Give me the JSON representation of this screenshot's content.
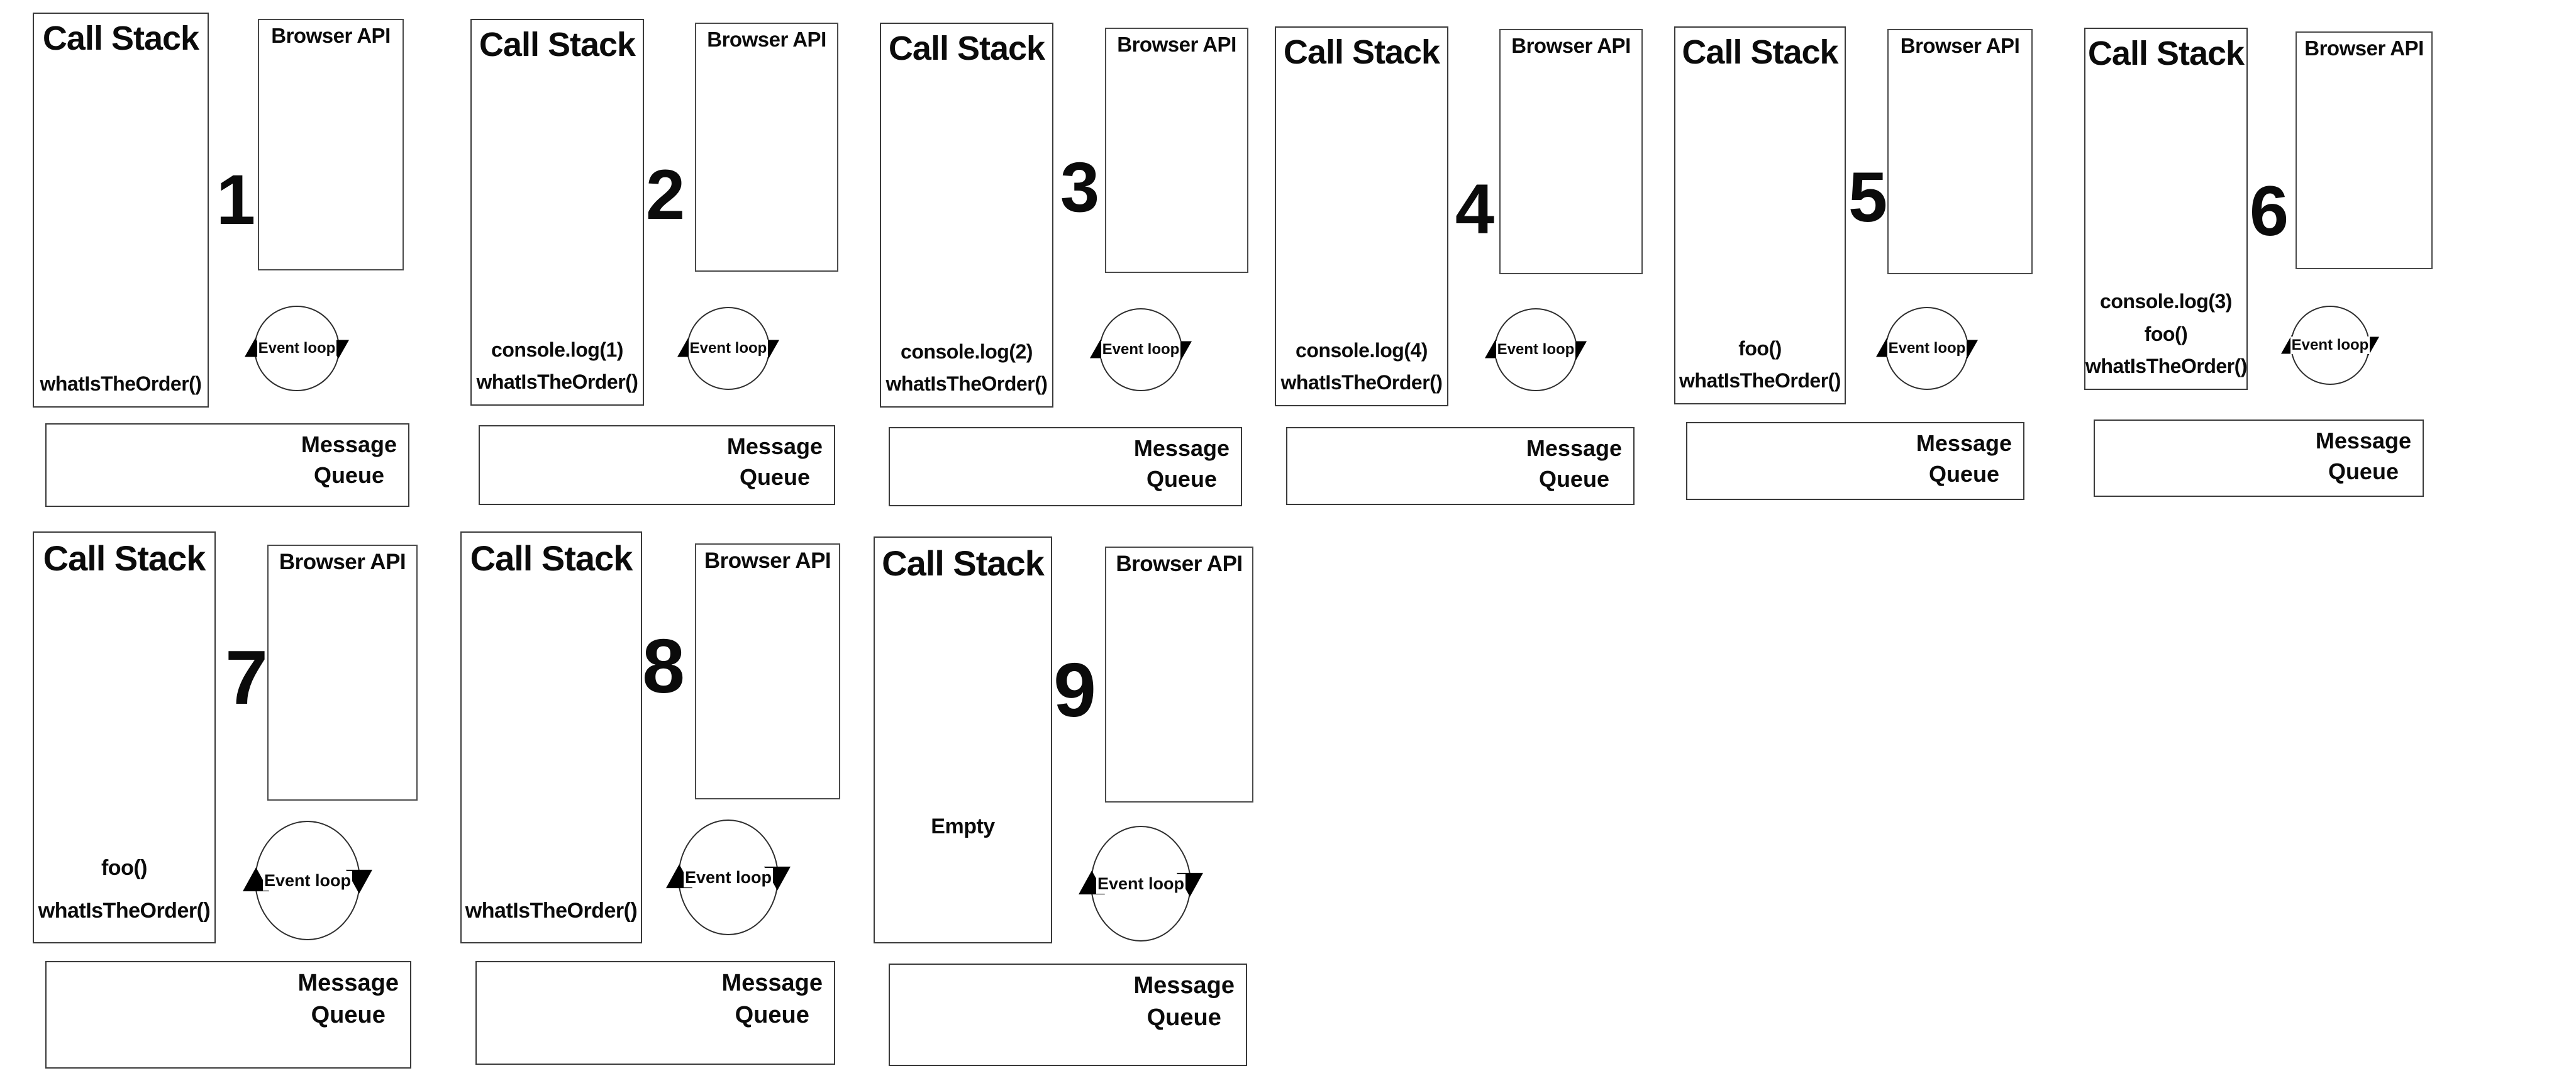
{
  "panels": [
    {
      "step_number": "1",
      "call_stack_title": "Call Stack",
      "browser_api_title": "Browser API",
      "event_loop_label": "Event loop",
      "message_queue_label": "Message\nQueue",
      "stack": [
        "whatIsTheOrder()"
      ]
    },
    {
      "step_number": "2",
      "call_stack_title": "Call Stack",
      "browser_api_title": "Browser API",
      "event_loop_label": "Event loop",
      "message_queue_label": "Message\nQueue",
      "stack": [
        "console.log(1)",
        "whatIsTheOrder()"
      ]
    },
    {
      "step_number": "3",
      "call_stack_title": "Call Stack",
      "browser_api_title": "Browser API",
      "event_loop_label": "Event loop",
      "message_queue_label": "Message\nQueue",
      "stack": [
        "console.log(2)",
        "whatIsTheOrder()"
      ]
    },
    {
      "step_number": "4",
      "call_stack_title": "Call Stack",
      "browser_api_title": "Browser API",
      "event_loop_label": "Event loop",
      "message_queue_label": "Message\nQueue",
      "stack": [
        "console.log(4)",
        "whatIsTheOrder()"
      ]
    },
    {
      "step_number": "5",
      "call_stack_title": "Call Stack",
      "browser_api_title": "Browser API",
      "event_loop_label": "Event loop",
      "message_queue_label": "Message\nQueue",
      "stack": [
        "foo()",
        "whatIsTheOrder()"
      ]
    },
    {
      "step_number": "6",
      "call_stack_title": "Call Stack",
      "browser_api_title": "Browser API",
      "event_loop_label": "Event loop",
      "message_queue_label": "Message\nQueue",
      "stack": [
        "console.log(3)",
        "foo()",
        "whatIsTheOrder()"
      ]
    },
    {
      "step_number": "7",
      "call_stack_title": "Call Stack",
      "browser_api_title": "Browser API",
      "event_loop_label": "Event loop",
      "message_queue_label": "Message\nQueue",
      "stack": [
        "foo()",
        "whatIsTheOrder()"
      ]
    },
    {
      "step_number": "8",
      "call_stack_title": "Call Stack",
      "browser_api_title": "Browser API",
      "event_loop_label": "Event loop",
      "message_queue_label": "Message\nQueue",
      "stack": [
        "whatIsTheOrder()"
      ]
    },
    {
      "step_number": "9",
      "call_stack_title": "Call Stack",
      "browser_api_title": "Browser API",
      "event_loop_label": "Event loop",
      "message_queue_label": "Message\nQueue",
      "stack": [
        "Empty"
      ]
    }
  ],
  "colors": {
    "background": "#ffffff",
    "ink": "#0b0b0b",
    "box_border": "#3a3a3a"
  }
}
